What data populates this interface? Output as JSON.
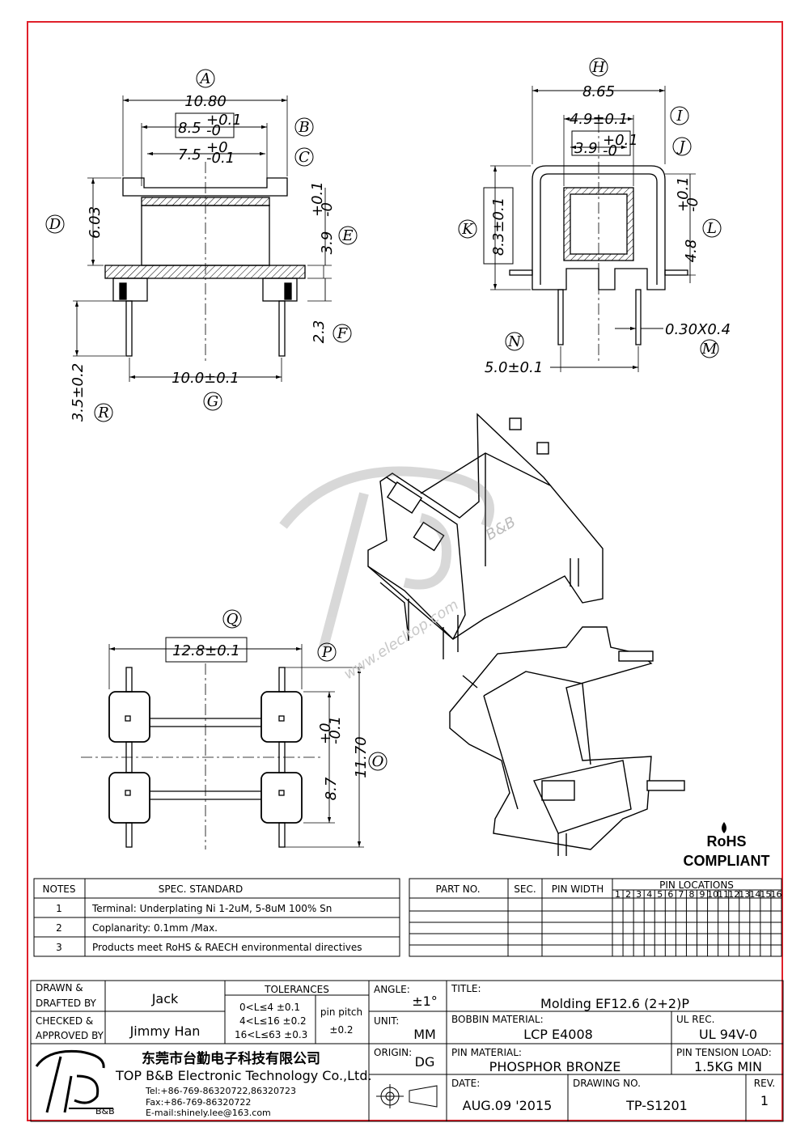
{
  "drawing": {
    "front_view": {
      "labels": [
        "A",
        "B",
        "C",
        "D",
        "E",
        "F",
        "G",
        "R"
      ],
      "dims": [
        "10.80",
        "8.5",
        "+0.1",
        "-0",
        "7.5",
        "+0",
        "-0.1",
        "6.03",
        "3.9",
        "+0.1",
        "-0",
        "2.3",
        "10.0±0.1",
        "3.5±0.2"
      ]
    },
    "side_view": {
      "labels": [
        "H",
        "I",
        "J",
        "K",
        "L",
        "M",
        "N"
      ],
      "dims": [
        "8.65",
        "4.9±0.1",
        "3.9",
        "+0.1",
        "-0",
        "8.3±0.1",
        "4.8",
        "+0.1",
        "-0",
        "0.30X0.4",
        "5.0±0.1"
      ]
    },
    "bottom_view": {
      "labels": [
        "Q",
        "P",
        "O"
      ],
      "dims": [
        "12.8±0.1",
        "8.7",
        "+0",
        "-0.1",
        "11.70"
      ]
    },
    "watermark": {
      "brand": "B&B",
      "site": "www.elecltop.com"
    },
    "rohs": {
      "big": "RoHS",
      "small": "COMPLIANT"
    }
  },
  "notes_table": {
    "headers": [
      "NOTES",
      "SPEC. STANDARD"
    ],
    "rows": [
      {
        "no": "1",
        "text": "Terminal: Underplating Ni 1-2uM, 5-8uM 100% Sn"
      },
      {
        "no": "2",
        "text": "Coplanarity: 0.1mm /Max."
      },
      {
        "no": "3",
        "text": "Products meet RoHS & RAECH environmental directives"
      }
    ]
  },
  "parts_table": {
    "headers": [
      "PART NO.",
      "SEC.",
      "PIN WIDTH",
      "PIN LOCATIONS"
    ],
    "pins": [
      "1",
      "2",
      "3",
      "4",
      "5",
      "6",
      "7",
      "8",
      "9",
      "10",
      "11",
      "12",
      "13",
      "14",
      "15",
      "16"
    ]
  },
  "title_block": {
    "drawn_label": "DRAWN &",
    "drafted_label": "DRAFTED BY",
    "drawn_by": "Jack",
    "checked_label": "CHECKED &",
    "approved_label": "APPROVED BY",
    "approved_by": "Jimmy Han",
    "tolerances_label": "TOLERANCES",
    "tol_rows": [
      "0<L≤4   ±0.1",
      "4<L≤16  ±0.2",
      "16<L≤63 ±0.3"
    ],
    "pin_pitch_label": "pin pitch",
    "pin_pitch_value": "±0.2",
    "angle_label": "ANGLE:",
    "angle_value": "±1°",
    "unit_label": "UNIT:",
    "unit_value": "MM",
    "origin_label": "ORIGIN:",
    "origin_value": "DG",
    "title_label": "TITLE:",
    "title_value": "Molding   EF12.6  (2+2)P",
    "bobbin_label": "BOBBIN MATERIAL:",
    "bobbin_value": "LCP  E4008",
    "ul_label": "UL REC.",
    "ul_value": "UL  94V-0",
    "pin_mat_label": "PIN MATERIAL:",
    "pin_mat_value": "PHOSPHOR  BRONZE",
    "tension_label": "PIN  TENSION  LOAD:",
    "tension_value": "1.5KG   MIN",
    "date_label": "DATE:",
    "date_value": "AUG.09  '2015",
    "drawing_no_label": "DRAWING  NO.",
    "drawing_no_value": "TP-S1201",
    "rev_label": "REV.",
    "rev_value": "1",
    "company_cn": "东莞市台勤电子科技有限公司",
    "company_en": "TOP  B&B  Electronic  Technology  Co.,Ltd.",
    "tel": "Tel:+86-769-86320722,86320723",
    "fax": "Fax:+86-769-86320722",
    "email": "E-mail:shinely.lee@163.com",
    "logo_small": "B&B"
  }
}
